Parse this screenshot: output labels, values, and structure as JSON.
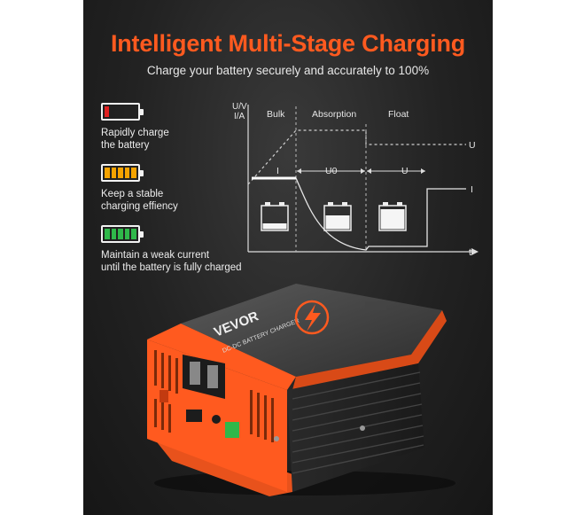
{
  "header": {
    "title": "Intelligent Multi-Stage Charging",
    "subtitle": "Charge your battery securely and accurately to 100%"
  },
  "features": [
    {
      "text_line1": "Rapidly charge",
      "text_line2": "the battery",
      "level": 0.2,
      "cell_color": "#e02020"
    },
    {
      "text_line1": "Keep a stable",
      "text_line2": "charging effiency",
      "level": 0.8,
      "cell_color": "#f5a300"
    },
    {
      "text_line1": "Maintain a weak current",
      "text_line2": "until the battery is fully charged",
      "level": 1.0,
      "cell_color": "#2fb84a"
    }
  ],
  "diagram": {
    "y_axis_label_1": "U/V",
    "y_axis_label_2": "I/A",
    "x_axis_label": "t",
    "stage_bulk": "Bulk",
    "stage_absorption": "Absorption",
    "stage_float": "Float",
    "seg_i": "I",
    "seg_u0": "U0",
    "seg_u": "U",
    "right_u": "U",
    "right_i": "I"
  },
  "product": {
    "brand": "VEVOR",
    "model_text": "DC-DC BATTERY CHARGER",
    "accent_color": "#ff5a1f"
  }
}
